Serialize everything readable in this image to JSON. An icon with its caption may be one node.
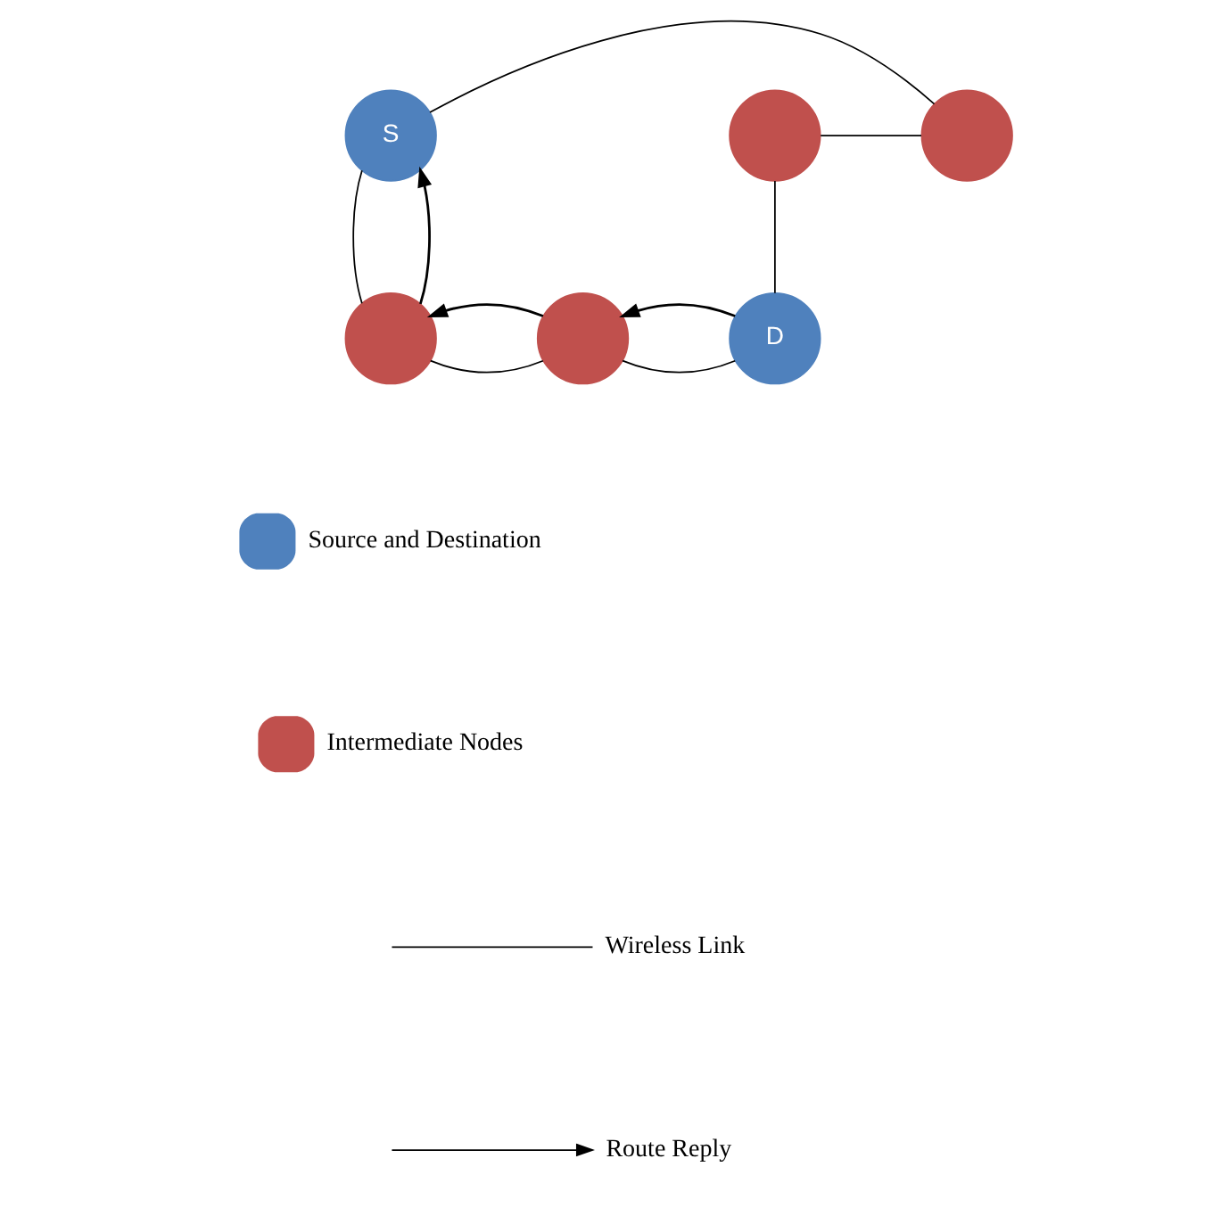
{
  "diagram": {
    "nodes": [
      {
        "text": [
          "S"
        ]
      },
      {
        "text": [],
        "shape": "circle"
      },
      {
        "text": [],
        "shape": "circle"
      },
      {
        "text": [
          "D"
        ]
      },
      {
        "text": [],
        "shape": "circle"
      },
      {
        "text": [],
        "shape": "circle"
      }
    ],
    "edges": [
      {
        "from": 0,
        "to": 1,
        "arrow": "none"
      },
      {
        "from": 1,
        "to": 2,
        "arrow": "none"
      },
      {
        "from": 2,
        "to": 3,
        "arrow": "none"
      },
      {
        "from": 3,
        "to": 4,
        "arrow": "none"
      },
      {
        "from": 4,
        "to": 5,
        "arrow": "none"
      },
      {
        "from": 5,
        "to": 0,
        "arrow": "none"
      },
      {
        "from": 3,
        "to": 4,
        "arrow": "to"
      },
      {
        "from": 4,
        "to": 5,
        "arrow": "to"
      },
      {
        "from": 5,
        "to": 0,
        "arrow": "to"
      }
    ],
    "legend": [
      {
        "text": "Source and Destination",
        "color": "#4f81bd"
      },
      {
        "text": "Intermediate Nodes",
        "color": "#c0504d"
      },
      {
        "text": "Wireless Link"
      },
      {
        "text": "Route Reply"
      }
    ]
  }
}
